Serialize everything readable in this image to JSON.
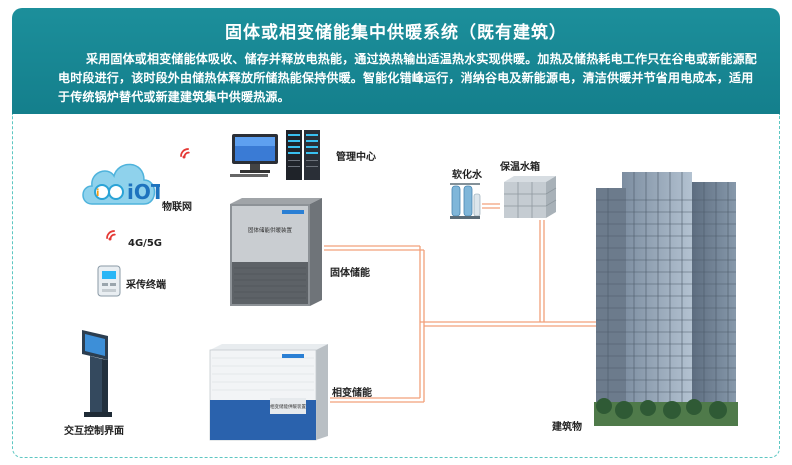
{
  "header": {
    "title": "固体或相变储能集中供暖系统（既有建筑）",
    "description": "采用固体或相变储能体吸收、储存并释放电热能，通过换热输出适温热水实现供暖。加热及储热耗电工作只在谷电或新能源配电时段进行，该时段外由储热体释放所储热能保持供暖。智能化错峰运行，消纳谷电及新能源电，清洁供暖并节省用电成本，适用于传统锅炉替代或新建建筑集中供暖热源。"
  },
  "labels": {
    "management_center": "管理中心",
    "iot": "物联网",
    "network": "4G/5G",
    "terminal": "采传终端",
    "interactive_ui": "交互控制界面",
    "solid_storage": "固体储能",
    "phase_storage": "相变储能",
    "softened_water": "软化水",
    "insulated_tank": "保温水箱",
    "building": "建筑物"
  },
  "icons": {
    "cloud_text": "iOT",
    "solid_unit_text": "固体储能供暖装置",
    "phase_unit_text": "相变储能供暖装置"
  },
  "colors": {
    "header_bg": "#1c8f9b",
    "pipe": "#f2a07a",
    "frame_border": "#5cc7c2",
    "wifi": "#e53935"
  }
}
